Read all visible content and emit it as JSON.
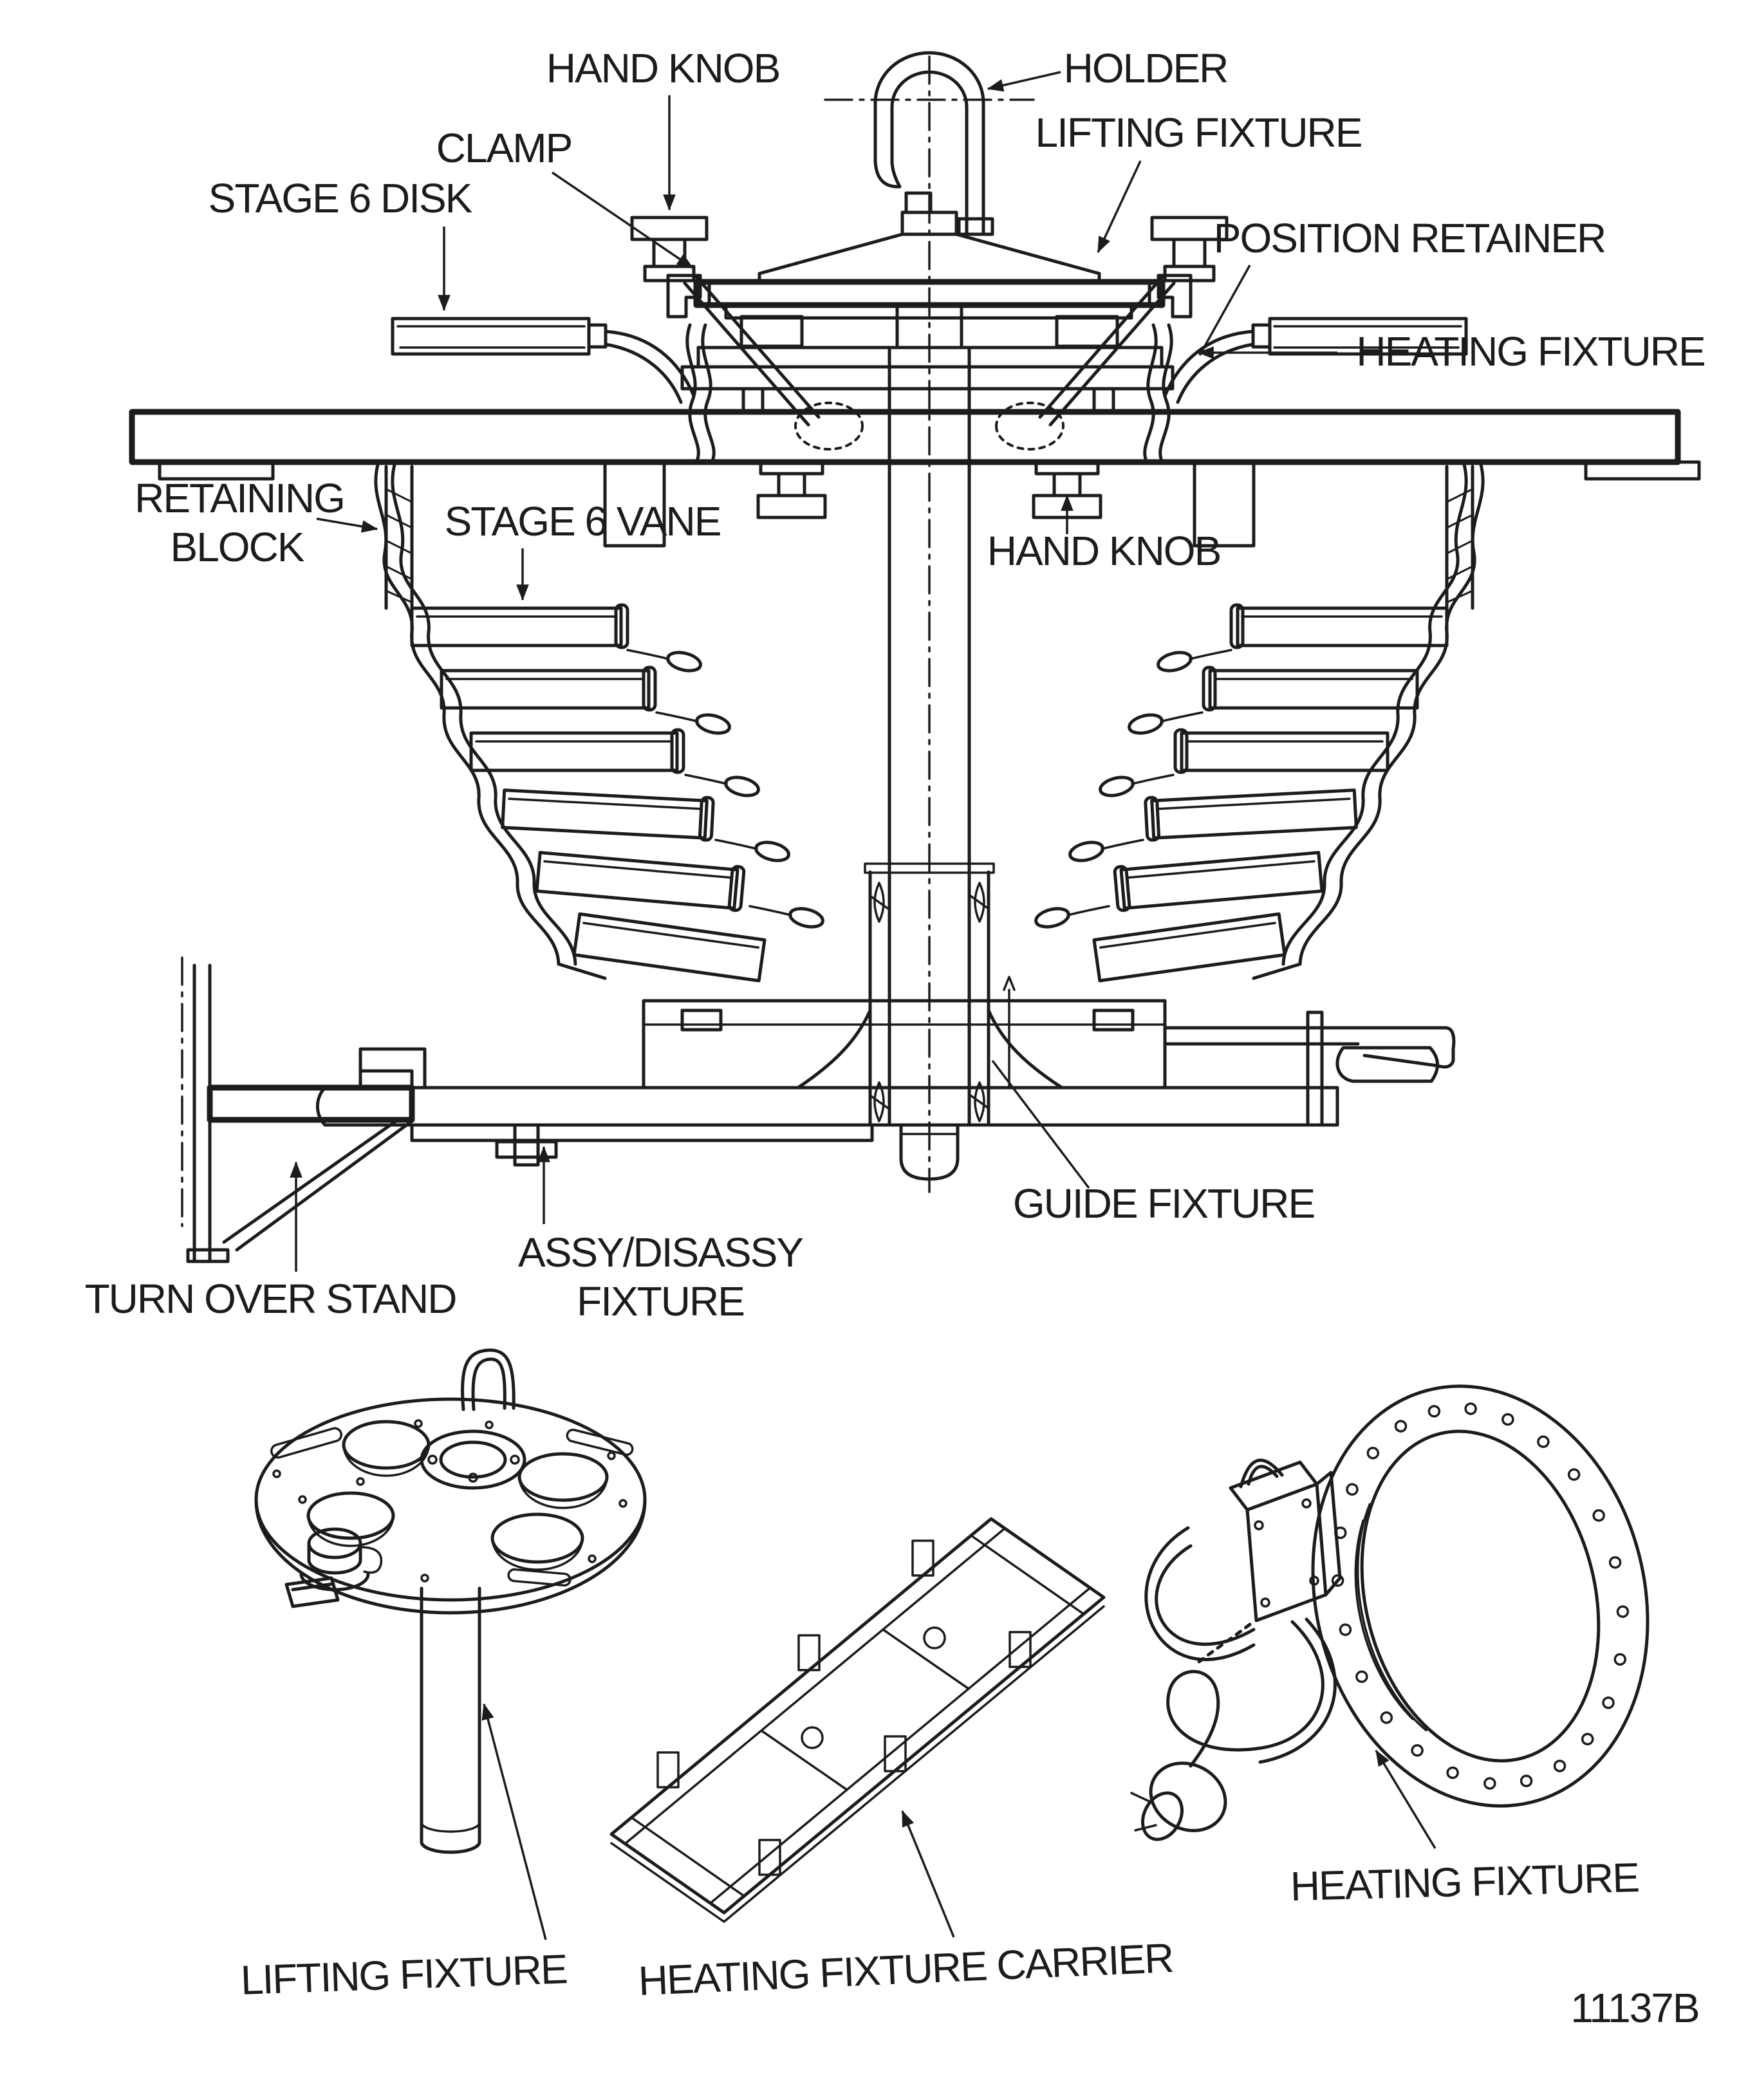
{
  "page": {
    "background": "#ffffff",
    "ink": "#1c1c1c"
  },
  "figure_number": "11137B",
  "labels": {
    "hand_knob_top": "HAND KNOB",
    "holder": "HOLDER",
    "clamp": "CLAMP",
    "lifting_fixture_top": "LIFTING FIXTURE",
    "stage6_disk": "STAGE 6 DISK",
    "position_retainer": "POSITION RETAINER",
    "heating_fixture_side": "HEATING FIXTURE",
    "retaining_block_1": "RETAINING",
    "retaining_block_2": "BLOCK",
    "stage6_vane": "STAGE 6 VANE",
    "hand_knob_mid": "HAND KNOB",
    "guide_fixture": "GUIDE FIXTURE",
    "turn_over_stand": "TURN OVER STAND",
    "assy_disassy_1": "ASSY/DISASSY",
    "assy_disassy_2": "FIXTURE",
    "lifting_fixture_bottom": "LIFTING FIXTURE",
    "heating_fixture_carrier": "HEATING FIXTURE CARRIER",
    "heating_fixture_bottom": "HEATING FIXTURE"
  }
}
